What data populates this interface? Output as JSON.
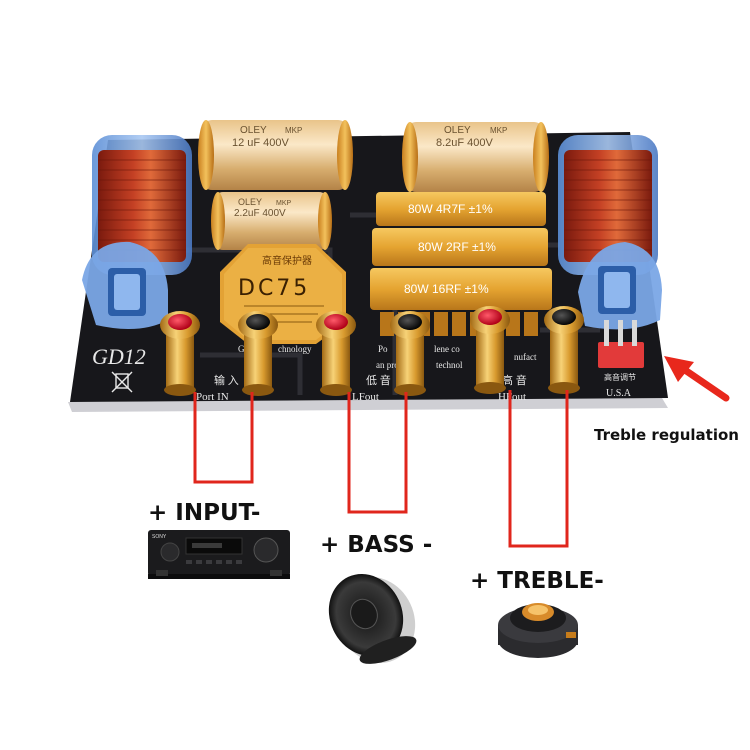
{
  "board": {
    "model": "GD12",
    "protector_chip": "DC75",
    "protector_cn": "高音保护器",
    "made_in": "U.S.A",
    "treble_regulation_cn": "高音调节",
    "port_in": "Port IN",
    "port_in_cn": "输 入",
    "lfout": "LFout",
    "lfout_cn": "低 音",
    "hfout": "HFout",
    "hfout_cn": "高 音",
    "silk_text_1": "Ge",
    "silk_text_2": "chnology",
    "silk_text_3": "Po",
    "silk_text_4": "lene co",
    "silk_text_5": "an prof",
    "silk_text_6": "technol",
    "silk_text_7": "nufact"
  },
  "capacitors": [
    {
      "brand": "OLEY",
      "type": "MKP",
      "rating": "12 uF 400V"
    },
    {
      "brand": "OLEY",
      "type": "MKP",
      "rating": "2.2uF 400V"
    },
    {
      "brand": "OLEY",
      "type": "MKP",
      "rating": "8.2uF 400V"
    }
  ],
  "resistors": [
    {
      "rating": "80W 4R7F ±1%"
    },
    {
      "rating": "80W 2RF ±1%"
    },
    {
      "rating": "80W 16RF ±1%"
    }
  ],
  "callouts": {
    "input": "+ INPUT-",
    "bass": "+ BASS -",
    "treble": "+ TREBLE-",
    "treble_regulation": "Treble regulation"
  },
  "colors": {
    "pcb": "#17171b",
    "gold": "#d99a2c",
    "copper": "#b5301c",
    "wire": "#e0261c",
    "terminal_red": "#e8102a",
    "arrow": "#e8281c"
  }
}
